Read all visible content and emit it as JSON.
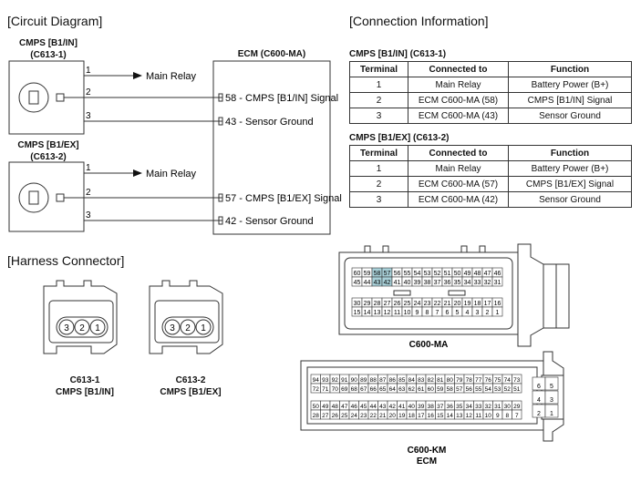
{
  "headings": {
    "circuit": "[Circuit Diagram]",
    "connection": "[Connection Information]",
    "harness": "[Harness Connector]"
  },
  "circuit": {
    "sensor1": {
      "name": "CMPS [B1/IN]",
      "code": "(C613-1)"
    },
    "sensor2": {
      "name": "CMPS [B1/EX]",
      "code": "(C613-2)"
    },
    "pins": [
      "1",
      "2",
      "3"
    ],
    "main_relay": "Main Relay",
    "ecm_title": "ECM (C600-MA)",
    "ecm_pins": [
      "58 - CMPS [B1/IN] Signal",
      "43 - Sensor Ground",
      "57 - CMPS [B1/EX] Signal",
      "42 - Sensor Ground"
    ]
  },
  "connection": {
    "headers": [
      "Terminal",
      "Connected to",
      "Function"
    ],
    "tables": [
      {
        "title": "CMPS [B1/IN] (C613-1)",
        "rows": [
          [
            "1",
            "Main Relay",
            "Battery Power (B+)"
          ],
          [
            "2",
            "ECM C600-MA (58)",
            "CMPS [B1/IN] Signal"
          ],
          [
            "3",
            "ECM C600-MA (43)",
            "Sensor Ground"
          ]
        ]
      },
      {
        "title": "CMPS [B1/EX] (C613-2)",
        "rows": [
          [
            "1",
            "Main Relay",
            "Battery Power (B+)"
          ],
          [
            "2",
            "ECM C600-MA (57)",
            "CMPS [B1/EX] Signal"
          ],
          [
            "3",
            "ECM C600-MA (42)",
            "Sensor Ground"
          ]
        ]
      }
    ]
  },
  "harness": {
    "connector1": {
      "code": "C613-1",
      "name": "CMPS [B1/IN]",
      "pins": [
        "3",
        "2",
        "1"
      ]
    },
    "connector2": {
      "code": "C613-2",
      "name": "CMPS [B1/EX]",
      "pins": [
        "3",
        "2",
        "1"
      ]
    },
    "ma": {
      "label": "C600-MA",
      "rows": [
        [
          "60",
          "59",
          "58",
          "57",
          "56",
          "55",
          "54",
          "53",
          "52",
          "51",
          "50",
          "49",
          "48",
          "47",
          "46"
        ],
        [
          "45",
          "44",
          "43",
          "42",
          "41",
          "40",
          "39",
          "38",
          "37",
          "36",
          "35",
          "34",
          "33",
          "32",
          "31"
        ],
        [
          "30",
          "29",
          "28",
          "27",
          "26",
          "25",
          "24",
          "23",
          "22",
          "21",
          "20",
          "19",
          "18",
          "17",
          "16"
        ],
        [
          "15",
          "14",
          "13",
          "12",
          "11",
          "10",
          "9",
          "8",
          "7",
          "6",
          "5",
          "4",
          "3",
          "2",
          "1"
        ]
      ],
      "highlighted": [
        "58",
        "57",
        "43",
        "42"
      ],
      "highlight_color": "#a8d0d8"
    },
    "km": {
      "label": "C600-KM",
      "sublabel": "ECM",
      "rows": [
        [
          "94",
          "93",
          "92",
          "91",
          "90",
          "89",
          "88",
          "87",
          "86",
          "85",
          "84",
          "83",
          "82",
          "81",
          "80",
          "79",
          "78",
          "77",
          "76",
          "75",
          "74",
          "73"
        ],
        [
          "72",
          "71",
          "70",
          "69",
          "68",
          "67",
          "66",
          "65",
          "64",
          "63",
          "62",
          "61",
          "60",
          "59",
          "58",
          "57",
          "56",
          "55",
          "54",
          "53",
          "52",
          "51"
        ],
        [
          "50",
          "49",
          "48",
          "47",
          "46",
          "45",
          "44",
          "43",
          "42",
          "41",
          "40",
          "39",
          "38",
          "37",
          "36",
          "35",
          "34",
          "33",
          "32",
          "31",
          "30",
          "29"
        ],
        [
          "28",
          "27",
          "26",
          "25",
          "24",
          "23",
          "22",
          "21",
          "20",
          "19",
          "18",
          "17",
          "16",
          "15",
          "14",
          "13",
          "12",
          "11",
          "10",
          "9",
          "8",
          "7"
        ]
      ],
      "side": [
        [
          "6",
          "5"
        ],
        [
          "4",
          "3"
        ],
        [
          "2",
          "1"
        ]
      ]
    }
  }
}
